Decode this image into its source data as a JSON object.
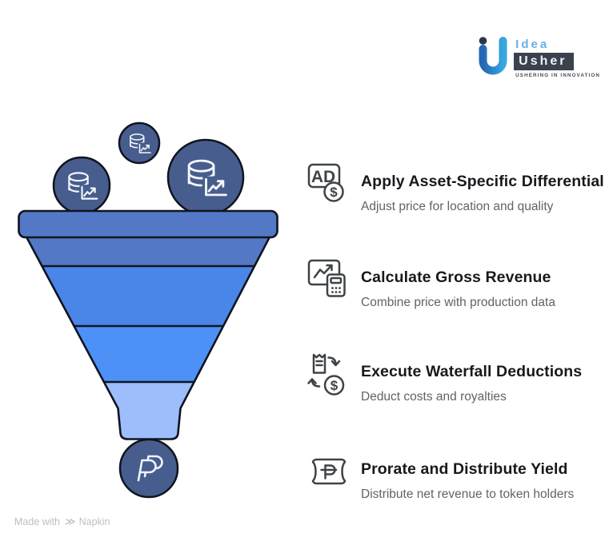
{
  "logo": {
    "brand_top": "Idea",
    "brand_bottom": "Usher",
    "tagline": "USHERING IN INNOVATION"
  },
  "steps": [
    {
      "icon": "ad-dollar-icon",
      "icon_text": "AD",
      "icon_currency": "$",
      "title": "Apply Asset-Specific Differential",
      "subtitle": "Adjust price for location and quality"
    },
    {
      "icon": "chart-calculator-icon",
      "title": "Calculate Gross Revenue",
      "subtitle": "Combine price with production data"
    },
    {
      "icon": "invoice-exchange-dollar-icon",
      "icon_currency": "$",
      "title": "Execute Waterfall Deductions",
      "subtitle": "Deduct costs and royalties"
    },
    {
      "icon": "peso-ticket-icon",
      "title": "Prorate and Distribute Yield",
      "subtitle": "Distribute net revenue to token holders"
    }
  ],
  "funnel": {
    "segment_colors": [
      "#5378c6",
      "#4a85e8",
      "#4d90f8",
      "#9dbefb"
    ],
    "bubble_color": "#475d8d",
    "outline_color": "#10141f",
    "input_icon": "database-chart-icon",
    "output_icon": "paypal-icon"
  },
  "footer": {
    "made_with": "Made with",
    "brand": "Napkin"
  }
}
